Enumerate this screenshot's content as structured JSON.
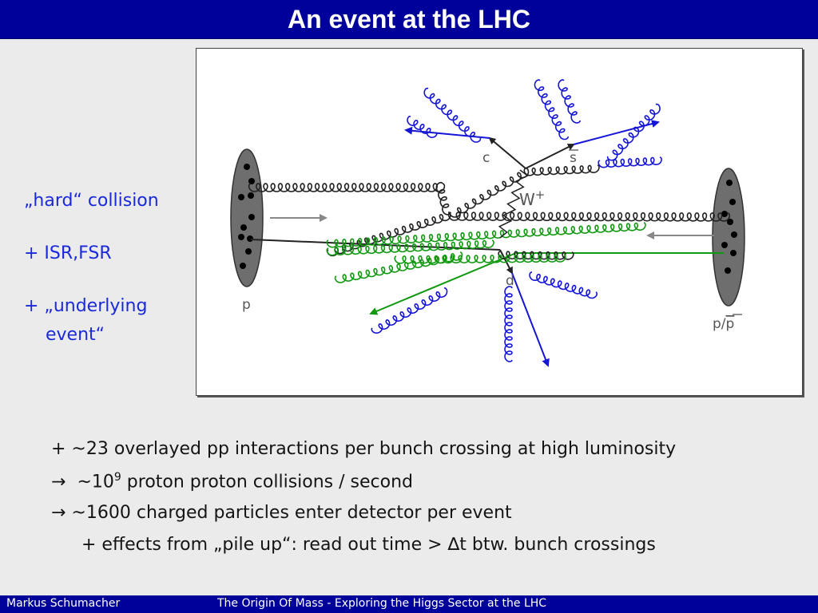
{
  "title": "An event at the LHC",
  "side": {
    "line1": "„hard“ collision",
    "line2": "+ ISR,FSR",
    "line3a": "+ „underlying",
    "line3b": "event“"
  },
  "diagram": {
    "label_p_left": "p",
    "label_p_right": "p/",
    "label_pbar": "p",
    "label_c": "c",
    "label_sbar": "s",
    "label_W": "W",
    "label_W_sup": "+",
    "label_d": "d"
  },
  "bullets": {
    "b1": "+  ~23 overlayed pp interactions per bunch crossing at high luminosity",
    "b2_arrow": "→",
    "b2_pre": "~10",
    "b2_sup": "9",
    "b2_post": " proton proton collisions / second",
    "b3": "→ ~1600 charged particles enter detector per event",
    "b4": "+ effects from „pile up“: read out time > ∆t btw. bunch crossings"
  },
  "footer": {
    "author": "Markus  Schumacher",
    "talk": "The Origin Of Mass - Exploring the Higgs Sector at the LHC"
  },
  "colors": {
    "title_bg": "#00009a",
    "side_text": "#1a2adb",
    "gluon_black": "#222222",
    "isr_blue": "#1515d8",
    "ue_green": "#119911"
  }
}
